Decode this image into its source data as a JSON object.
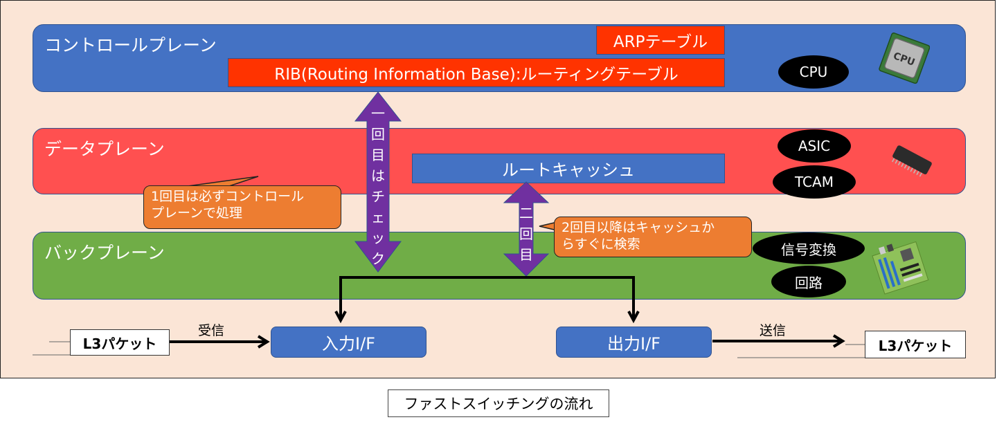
{
  "planes": {
    "control": {
      "title": "コントロールプレーン",
      "arp_table": "ARPテーブル",
      "rib": "RIB(Routing Information Base):ルーティングテーブル",
      "hardware": [
        "CPU"
      ],
      "icon": "cpu-icon"
    },
    "data": {
      "title": "データプレーン",
      "route_cache": "ルートキャッシュ",
      "hardware": [
        "ASIC",
        "TCAM"
      ],
      "icon": "chip-icon"
    },
    "back": {
      "title": "バックプレーン",
      "hardware": [
        "信号変換",
        "回路"
      ],
      "icon": "circuit-board-icon"
    }
  },
  "arrows": {
    "first": {
      "label": "一回目はチェック",
      "chars": [
        "一",
        "回",
        "目",
        "は",
        "チ",
        "ェ",
        "ッ",
        "ク"
      ]
    },
    "second": {
      "label": "二回目",
      "chars": [
        "二",
        "回",
        "目"
      ]
    }
  },
  "callouts": {
    "first": [
      "1回目は必ずコントロール",
      "プレーンで処理"
    ],
    "second": [
      "2回目以降はキャッシュか",
      "らすぐに検索"
    ]
  },
  "interfaces": {
    "input": "入力I/F",
    "output": "出力I/F"
  },
  "packets": {
    "incoming": "L3パケット",
    "outgoing": "L3パケット"
  },
  "flow_labels": {
    "receive": "受信",
    "send": "送信"
  },
  "caption": "ファストスイッチングの流れ",
  "colors": {
    "background": "#fbe5d6",
    "control_plane": "#4472c4",
    "data_plane": "#ff5050",
    "back_plane": "#70ad47",
    "table_red": "#ff3300",
    "arrow_purple": "#7030a0",
    "callout_orange": "#ed7d31"
  }
}
